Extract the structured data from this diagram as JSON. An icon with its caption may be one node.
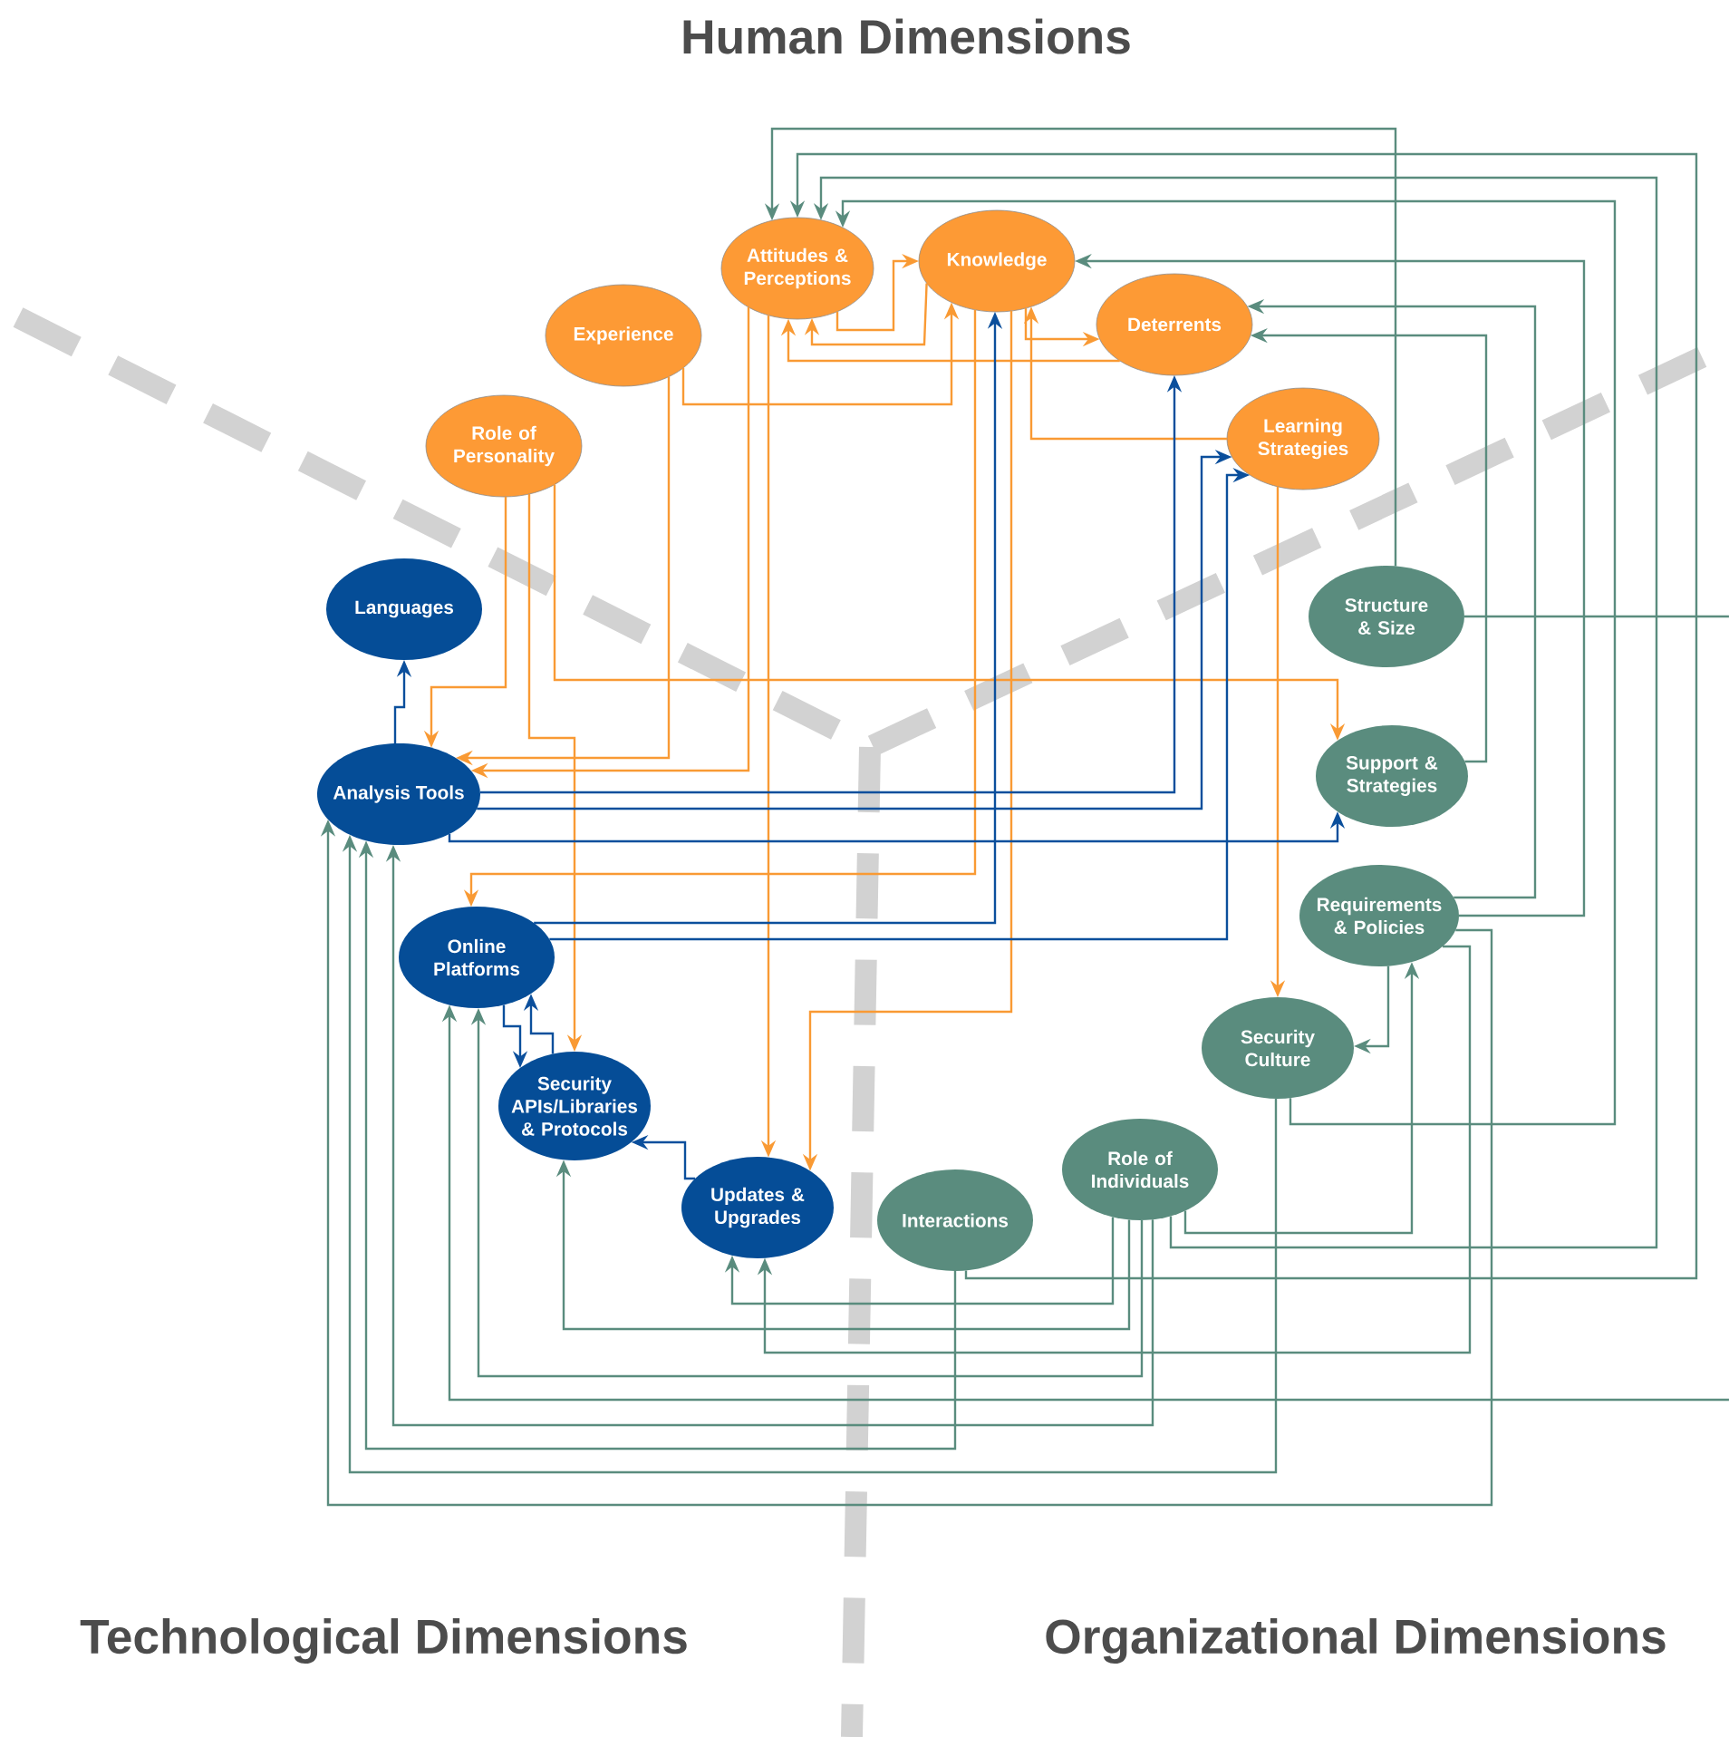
{
  "diagram": {
    "nodes": [
      {
        "text": [
          "Attitudes & Perceptions"
        ]
      },
      {
        "text": [
          "Knowledge"
        ]
      },
      {
        "text": [
          "Experience"
        ]
      },
      {
        "text": [
          "Deterrents"
        ]
      },
      {
        "text": [
          "Role of Personality"
        ]
      },
      {
        "text": [
          "Learning Strategies"
        ]
      },
      {
        "text": [
          "Languages"
        ]
      },
      {
        "text": [
          "Structure & Size"
        ]
      },
      {
        "text": [
          "Analysis Tools"
        ]
      },
      {
        "text": [
          "Support & Strategies"
        ]
      },
      {
        "text": [
          "Requirements & Policies"
        ]
      },
      {
        "text": [
          "Online Platforms"
        ]
      },
      {
        "text": [
          "Security Culture"
        ]
      },
      {
        "text": [
          "Security APIs/Libraries & Protocols"
        ]
      },
      {
        "text": [
          "Role of Individuals"
        ]
      },
      {
        "text": [
          "Updates & Upgrades"
        ]
      },
      {
        "text": [
          "Interactions"
        ]
      }
    ],
    "edges": [
      {
        "from": 0,
        "to": 1,
        "arrow": "to",
        "color": "#f99a34"
      },
      {
        "from": 1,
        "to": 0,
        "arrow": "to",
        "color": "#f99a34"
      },
      {
        "from": 3,
        "to": 0,
        "arrow": "to",
        "color": "#f99a34"
      },
      {
        "from": 1,
        "to": 3,
        "arrow": "to",
        "color": "#f99a34"
      },
      {
        "from": 2,
        "to": 1,
        "arrow": "to",
        "color": "#f99a34"
      },
      {
        "from": 5,
        "to": 1,
        "arrow": "to",
        "color": "#f99a34"
      },
      {
        "from": 4,
        "to": 8,
        "arrow": "to",
        "color": "#f99a34"
      },
      {
        "from": 2,
        "to": 8,
        "arrow": "to",
        "color": "#f99a34"
      },
      {
        "from": 0,
        "to": 8,
        "arrow": "to",
        "color": "#f99a34"
      },
      {
        "from": 4,
        "to": 13,
        "arrow": "to",
        "color": "#f99a34"
      },
      {
        "from": 4,
        "to": 9,
        "arrow": "to",
        "color": "#f99a34"
      },
      {
        "from": 0,
        "to": 15,
        "arrow": "to",
        "color": "#f99a34"
      },
      {
        "from": 1,
        "to": 11,
        "arrow": "to",
        "color": "#f99a34"
      },
      {
        "from": 1,
        "to": 15,
        "arrow": "to",
        "color": "#f99a34"
      },
      {
        "from": 5,
        "to": 12,
        "arrow": "to",
        "color": "#f99a34"
      },
      {
        "from": 8,
        "to": 6,
        "arrow": "to",
        "color": "#0b4f9c"
      },
      {
        "from": 8,
        "to": 3,
        "arrow": "to",
        "color": "#0b4f9c"
      },
      {
        "from": 8,
        "to": 5,
        "arrow": "to",
        "color": "#0b4f9c"
      },
      {
        "from": 8,
        "to": 9,
        "arrow": "to",
        "color": "#0b4f9c"
      },
      {
        "from": 11,
        "to": 1,
        "arrow": "to",
        "color": "#0b4f9c"
      },
      {
        "from": 11,
        "to": 5,
        "arrow": "to",
        "color": "#0b4f9c"
      },
      {
        "from": 11,
        "to": 13,
        "arrow": "to",
        "color": "#0b4f9c"
      },
      {
        "from": 13,
        "to": 11,
        "arrow": "to",
        "color": "#0b4f9c"
      },
      {
        "from": 15,
        "to": 13,
        "arrow": "to",
        "color": "#0b4f9c"
      },
      {
        "from": 7,
        "to": 0,
        "arrow": "to"
      },
      {
        "from": 16,
        "to": 0,
        "arrow": "to"
      },
      {
        "from": 14,
        "to": 0,
        "arrow": "to"
      },
      {
        "from": 12,
        "to": 0,
        "arrow": "to"
      },
      {
        "from": 10,
        "to": 1,
        "arrow": "to"
      },
      {
        "from": 10,
        "to": 3,
        "arrow": "to"
      },
      {
        "from": 9,
        "to": 3,
        "arrow": "to"
      },
      {
        "from": 14,
        "to": 10,
        "arrow": "to"
      },
      {
        "from": 10,
        "to": 12,
        "arrow": "to"
      },
      {
        "from": 14,
        "to": 15,
        "arrow": "to"
      },
      {
        "from": 14,
        "to": 13,
        "arrow": "to"
      },
      {
        "from": 14,
        "to": 11,
        "arrow": "to"
      },
      {
        "from": null,
        "to": 11,
        "arrow": "to"
      },
      {
        "from": 14,
        "to": 8,
        "arrow": "to"
      },
      {
        "from": 16,
        "to": 8,
        "arrow": "to"
      },
      {
        "from": 12,
        "to": 8,
        "arrow": "to"
      },
      {
        "from": 10,
        "to": 8,
        "arrow": "to"
      },
      {
        "from": 10,
        "to": 15,
        "arrow": "to"
      },
      {
        "from": 7,
        "to": null,
        "arrow": "none"
      }
    ],
    "labels": [
      "Human Dimensions",
      "Technological Dimensions",
      "Organizational Dimensions"
    ]
  }
}
